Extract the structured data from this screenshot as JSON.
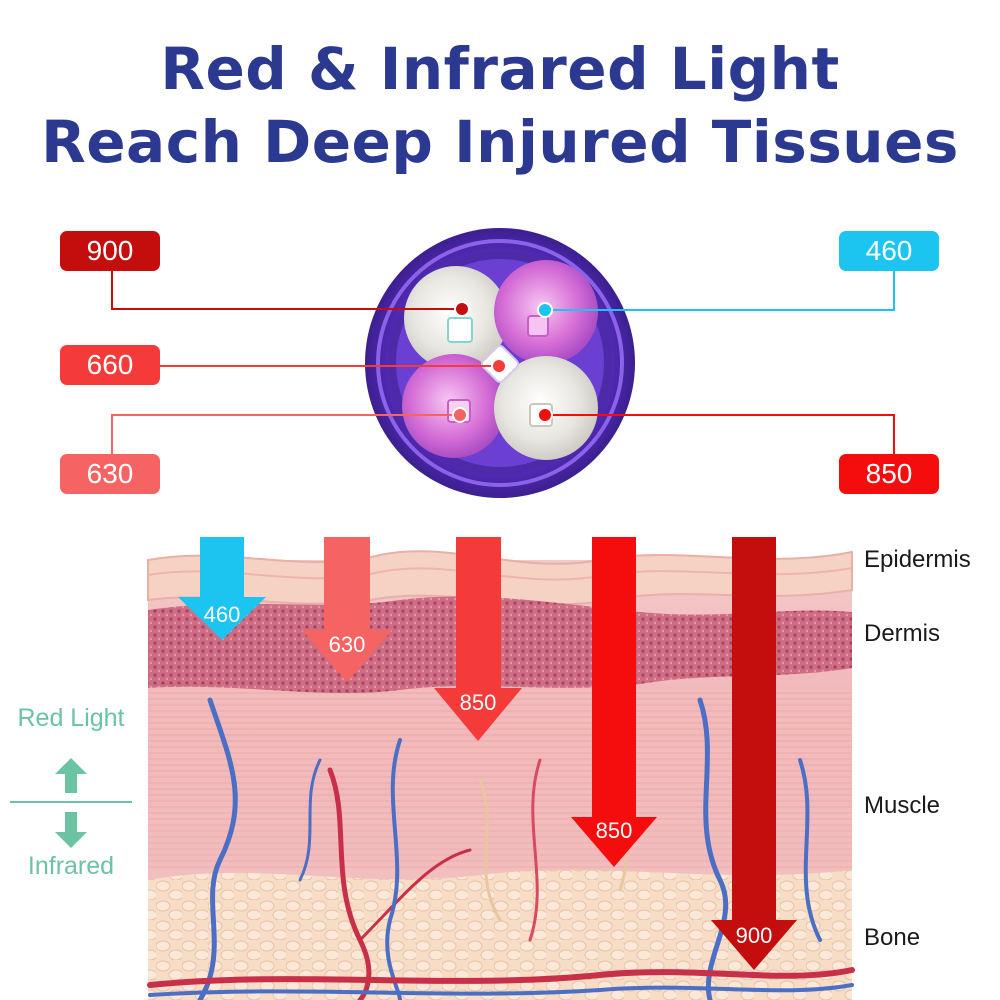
{
  "title": {
    "line1": "Red & Infrared Light",
    "line2": "Reach Deep Injured Tissues"
  },
  "leds": [
    {
      "id": "900",
      "label": "900",
      "color": "#c40d0d"
    },
    {
      "id": "460",
      "label": "460",
      "color": "#1cc4f0"
    },
    {
      "id": "660",
      "label": "660",
      "color": "#f53a3a"
    },
    {
      "id": "630",
      "label": "630",
      "color": "#f56363"
    },
    {
      "id": "850",
      "label": "850",
      "color": "#f50d0d"
    }
  ],
  "arrows": [
    {
      "label": "460",
      "color": "#1cc4f0"
    },
    {
      "label": "630",
      "color": "#f56363"
    },
    {
      "label": "850",
      "color": "#f53a3a"
    },
    {
      "label": "850",
      "color": "#f50d0d"
    },
    {
      "label": "900",
      "color": "#c40d0d"
    }
  ],
  "tissue_layers": [
    "Epidermis",
    "Dermis",
    "Muscle",
    "Bone"
  ],
  "legend": {
    "top": "Red Light",
    "bottom": "Infrared",
    "color": "#6cc3a3"
  }
}
